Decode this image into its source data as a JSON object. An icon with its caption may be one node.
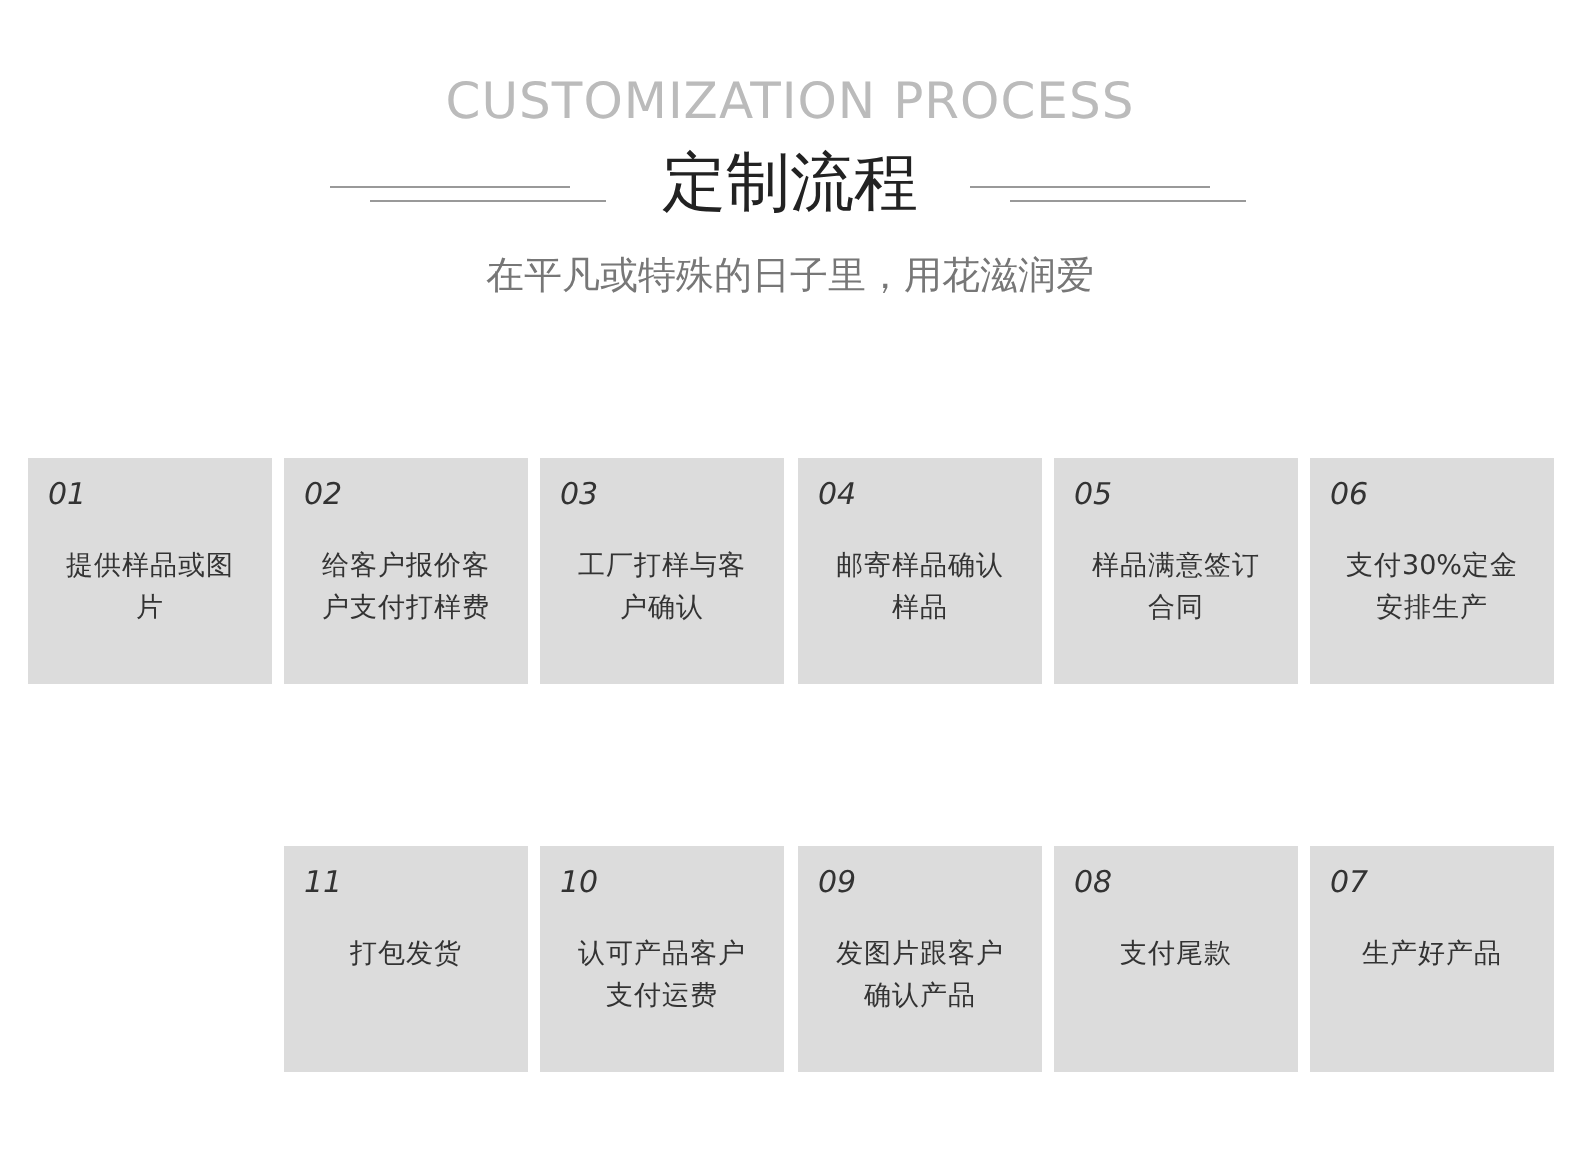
{
  "diagram": {
    "title": "定制流程",
    "caption": "在平凡或特殊的日子里，用花滋润爱",
    "labels": [
      "CUSTOMIZATION PROCESS"
    ],
    "nodes": [
      {
        "text": [
          "01",
          "提供样品或图片"
        ]
      },
      {
        "text": [
          "02",
          "给客户报价客户支付打样费"
        ]
      },
      {
        "text": [
          "03",
          "工厂打样与客户确认"
        ]
      },
      {
        "text": [
          "04",
          "邮寄样品确认样品"
        ]
      },
      {
        "text": [
          "05",
          "样品满意签订合同"
        ]
      },
      {
        "text": [
          "06",
          "支付30%定金安排生产"
        ]
      },
      {
        "text": [
          "11",
          "打包发货"
        ]
      },
      {
        "text": [
          "10",
          "认可产品客户支付运费"
        ]
      },
      {
        "text": [
          "09",
          "发图片跟客户确认产品"
        ]
      },
      {
        "text": [
          "08",
          "支付尾款"
        ]
      },
      {
        "text": [
          "07",
          "生产好产品"
        ]
      }
    ]
  }
}
